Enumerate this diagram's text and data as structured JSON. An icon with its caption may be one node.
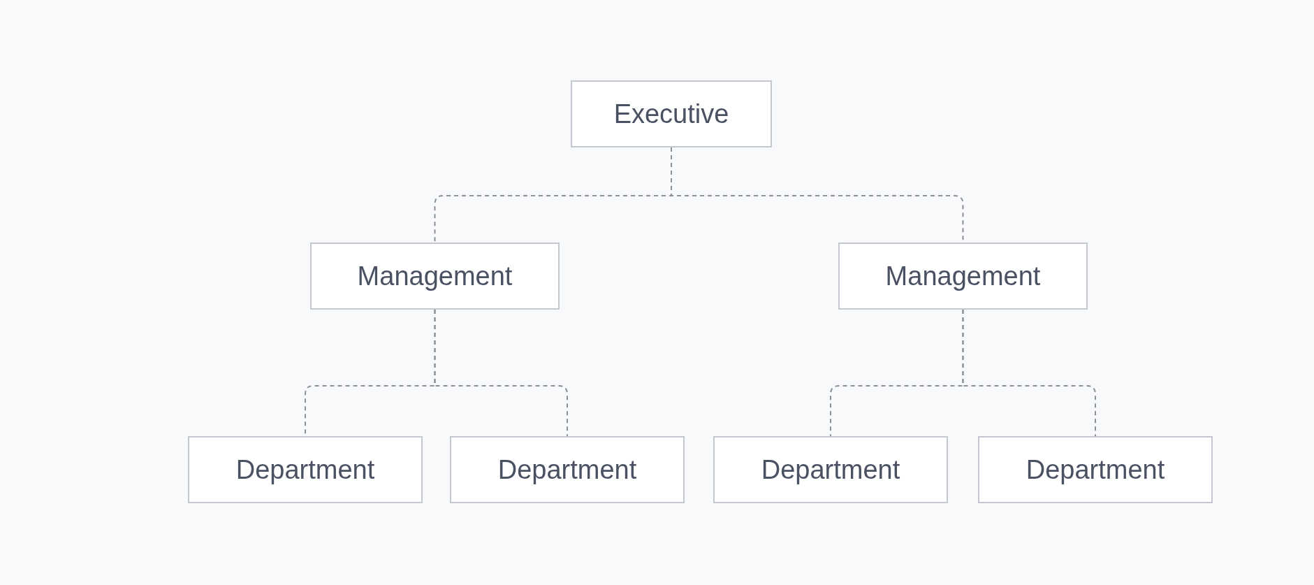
{
  "diagram": {
    "nodes": [
      {
        "text": [
          "Executive"
        ]
      },
      {
        "text": [
          "Management"
        ]
      },
      {
        "text": [
          "Management"
        ]
      },
      {
        "text": [
          "Department"
        ]
      },
      {
        "text": [
          "Department"
        ]
      },
      {
        "text": [
          "Department"
        ]
      },
      {
        "text": [
          "Department"
        ]
      }
    ],
    "edges": [
      {
        "from": 0,
        "to": 1,
        "arrow": "none",
        "style": "dashed"
      },
      {
        "from": 0,
        "to": 2,
        "arrow": "none",
        "style": "dashed"
      },
      {
        "from": 1,
        "to": 3,
        "arrow": "none",
        "style": "dashed"
      },
      {
        "from": 1,
        "to": 4,
        "arrow": "none",
        "style": "dashed"
      },
      {
        "from": 2,
        "to": 5,
        "arrow": "none",
        "style": "dashed"
      },
      {
        "from": 2,
        "to": 6,
        "arrow": "none",
        "style": "dashed"
      }
    ]
  }
}
